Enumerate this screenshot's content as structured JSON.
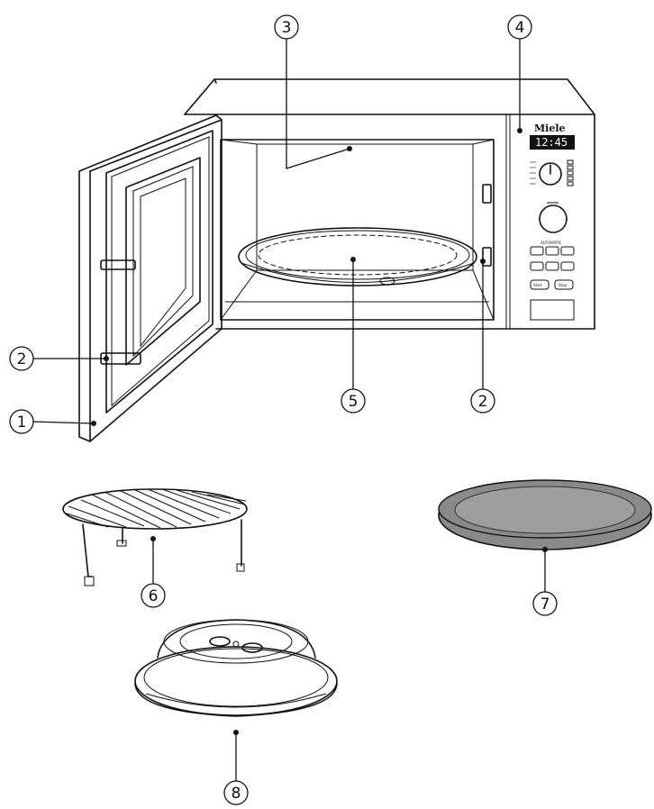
{
  "diagram": {
    "brand_label": "Miele",
    "display_time": "12:45",
    "callouts": [
      {
        "id": "door",
        "label": "1"
      },
      {
        "id": "door-catch-left",
        "label": "2"
      },
      {
        "id": "door-catch-right",
        "label": "2"
      },
      {
        "id": "cavity",
        "label": "3"
      },
      {
        "id": "control-panel",
        "label": "4"
      },
      {
        "id": "turntable",
        "label": "5"
      },
      {
        "id": "rack",
        "label": "6"
      },
      {
        "id": "crisp-pan",
        "label": "7"
      },
      {
        "id": "cover",
        "label": "8"
      }
    ],
    "panel_labels": {
      "automatic": "AUTOMATIC",
      "start": "Start",
      "stop": "Stop"
    },
    "colors": {
      "line": "#111111",
      "pan_fill": "#8a8a8a",
      "pan_inner": "#9e9e9e"
    }
  }
}
